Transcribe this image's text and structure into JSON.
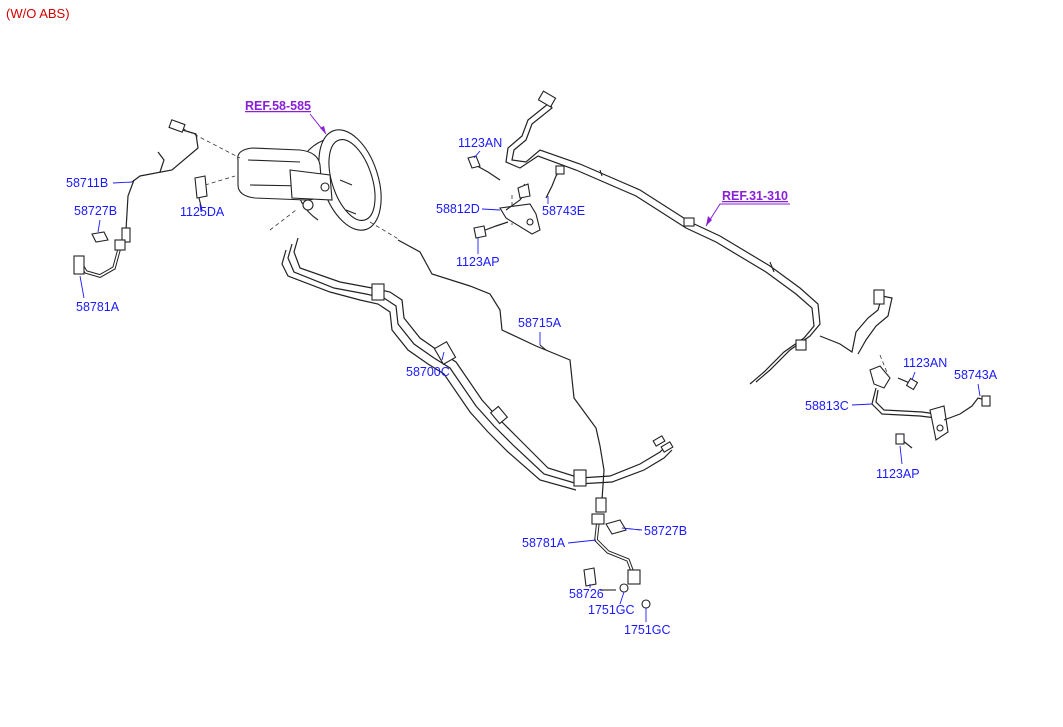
{
  "header": {
    "variant": "(W/O ABS)"
  },
  "refs": {
    "brake_booster": "REF.58-585",
    "fuel_line": "REF.31-310"
  },
  "labels": {
    "p58711B": "58711B",
    "p58727B_top": "58727B",
    "p58781A_top": "58781A",
    "p1125DA": "1125DA",
    "p1123AN_left": "1123AN",
    "p58812D": "58812D",
    "p58743E": "58743E",
    "p1123AP_left": "1123AP",
    "p58715A": "58715A",
    "p58700C": "58700C",
    "p1123AN_right": "1123AN",
    "p58743A": "58743A",
    "p58813C": "58813C",
    "p1123AP_right": "1123AP",
    "p58781A_bottom": "58781A",
    "p58727B_bottom": "58727B",
    "p58726": "58726",
    "p1751GC_1": "1751GC",
    "p1751GC_2": "1751GC"
  },
  "colors": {
    "part_label": "#1a1aff",
    "reference_label": "#8a1fd8",
    "header": "#d40000",
    "line_art": "#222222"
  }
}
